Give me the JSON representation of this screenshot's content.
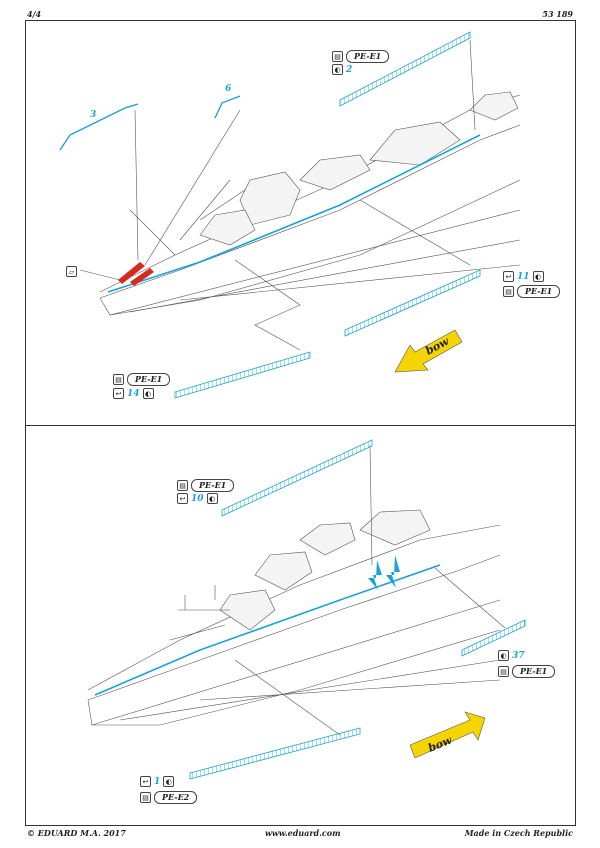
{
  "header": {
    "page": "4/4",
    "set_number": "53 189"
  },
  "footer": {
    "copyright": "© EDUARD  M.A. 2017",
    "website": "www.eduard.com",
    "origin": "Made in Czech Republic"
  },
  "top_section": {
    "fret_label_1": "PE-E1",
    "part_2": "2",
    "callout_3": "3",
    "callout_6": "6",
    "part_11": "11",
    "fret_label_2": "PE-E1",
    "fret_label_3": "PE-E1",
    "part_14": "14",
    "arrow_label": "bow"
  },
  "bottom_section": {
    "fret_label_1": "PE-E1",
    "part_10": "10",
    "part_37": "37",
    "fret_label_2": "PE-E1",
    "part_1": "1",
    "fret_label_3": "PE-E2",
    "arrow_label": "bow"
  },
  "colors": {
    "photo_etch": "#1aa3d6",
    "highlight": "#d62a1f",
    "arrow": "#f5d400",
    "line": "#444444"
  },
  "icons": [
    "fret-icon",
    "bend-icon",
    "glue-icon"
  ]
}
